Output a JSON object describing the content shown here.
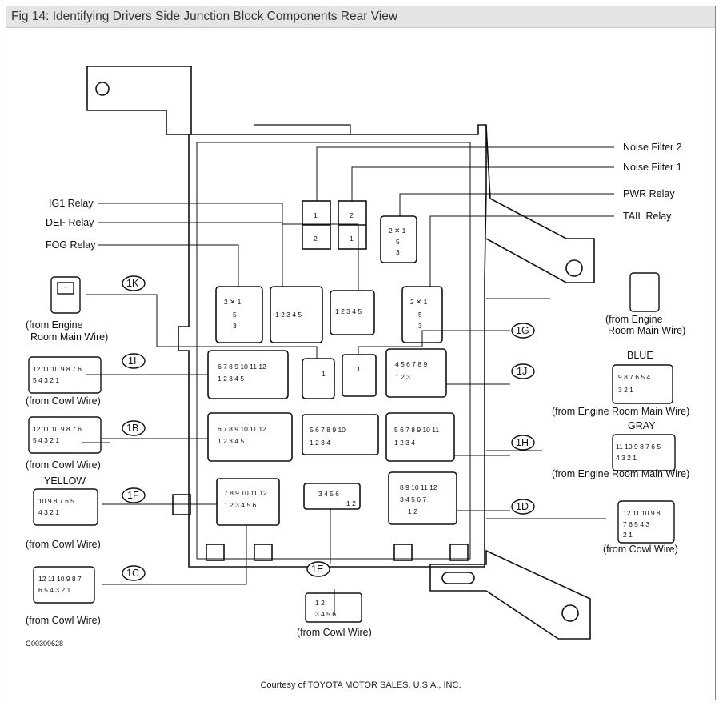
{
  "title": "Fig 14: Identifying Drivers Side Junction Block Components Rear View",
  "figure_id": "G00309628",
  "credit": "Courtesy of TOYOTA MOTOR SALES, U.S.A., INC.",
  "labels": {
    "noise_filter_2": "Noise Filter 2",
    "noise_filter_1": "Noise Filter 1",
    "pwr_relay": "PWR Relay",
    "tail_relay": "TAIL Relay",
    "ig1_relay": "IG1 Relay",
    "def_relay": "DEF Relay",
    "fog_relay": "FOG Relay"
  },
  "connectors": {
    "c1K": "1K",
    "c1G": "1G",
    "c1I": "1I",
    "c1J": "1J",
    "c1B": "1B",
    "c1H": "1H",
    "c1F": "1F",
    "c1D": "1D",
    "c1C": "1C",
    "c1E": "1E"
  },
  "sources": {
    "engine_room_1": "(from Engine",
    "engine_room_2": "Room Main Wire)",
    "cowl": "(from Cowl Wire)",
    "engine_room_main": "(from Engine Room Main Wire)"
  },
  "colors_text": {
    "blue": "BLUE",
    "gray": "GRAY",
    "yellow": "YELLOW"
  },
  "pins": {
    "nf2_top": "1",
    "nf2_bot": "2",
    "nf1_top": "2",
    "nf1_bot": "1",
    "k_1": "1",
    "g_1": "1",
    "i_row1": "6 7 8 9 10 11 12",
    "i_row2": "1 2 3      4 5",
    "center_top_row1": "5 6 7 8 9 10",
    "center_top_row2": "1 2        3 4",
    "j_row1": "4 5 6 7 8 9",
    "j_row2": "1 2      3",
    "b_row1": "6 7 8 9 10 11 12",
    "b_row2": "1 2      3 4 5",
    "h_row1": "5 6 7 8 9 10 11",
    "h_row2": "1 2      3 4",
    "f_row1": "7 8 9 10 11 12",
    "f_row2": "1 2 3 4 5 6",
    "e_row1": "3 4 5 6",
    "e_row2": "1 2",
    "d_row1": "8 9 10 11 12",
    "d_row2": "3 4 5 6 7",
    "d_row3": "1 2",
    "left_1i_row1": "12 11 10 9 8 7 6",
    "left_1i_row2": "5 4      3 2 1",
    "left_1b_row1": "12 11 10 9 8 7 6",
    "left_1b_row2": "5 4 3      2 1",
    "left_1f_row1": "10 9 8      7 6 5",
    "left_1f_row2": "4 3          2 1",
    "left_1c_row1": "12 11 10 9 8 7",
    "left_1c_row2": "6 5 4 3 2 1",
    "right_1j_row1": "9 8 7 6 5 4",
    "right_1j_row2": "3      2 1",
    "right_1h_row1": "11 10 9 8 7 6 5",
    "right_1h_row2": "4 3      2 1",
    "right_1d_row1": "12 11 10 9 8",
    "right_1d_row2": "7 6 5 4 3",
    "right_1d_row3": "2 1",
    "bottom_1e_row1": "1         2",
    "bottom_1e_row2": "3 4 5 6",
    "relay_a": "2 ✕ 1",
    "relay_b": "5",
    "relay_c": "3",
    "relay_d": "1 2 3 4 5"
  }
}
